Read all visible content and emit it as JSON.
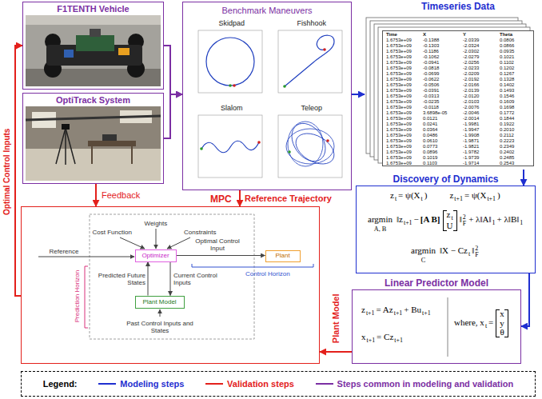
{
  "diagram": {
    "nodes": [
      {
        "text": [
          "F1TENTH Vehicle"
        ]
      },
      {
        "text": [
          "OptiTrack System"
        ]
      },
      {
        "text": [
          "Benchmark Maneuvers"
        ]
      },
      {
        "text": [
          "Timeseries Data"
        ]
      },
      {
        "text": [
          "Discovery of Dynamics"
        ]
      },
      {
        "text": [
          "MPC"
        ]
      },
      {
        "text": [
          "Optimizer"
        ],
        "in": 5
      },
      {
        "text": [
          "Plant"
        ],
        "in": 5
      },
      {
        "text": [
          "Plant Model"
        ],
        "in": 5
      },
      {
        "text": [
          "Linear Predictor Model"
        ]
      }
    ],
    "edges": [
      {
        "from": 0,
        "to": 2,
        "arrow": "to"
      },
      {
        "from": 1,
        "to": 2,
        "arrow": "to"
      },
      {
        "from": 2,
        "to": 3,
        "arrow": "to"
      },
      {
        "from": 3,
        "to": 4,
        "arrow": "to"
      },
      {
        "from": 4,
        "to": 9,
        "arrow": "to"
      },
      {
        "from": 9,
        "to": 5,
        "arrow": "to",
        "label": "Plant Model"
      },
      {
        "from": 1,
        "to": 5,
        "arrow": "to",
        "label": "Feedback"
      },
      {
        "from": 2,
        "to": 5,
        "arrow": "to",
        "label": "Reference Trajectory"
      },
      {
        "from": 5,
        "to": 0,
        "arrow": "to",
        "label": "Optimal Control Inputs"
      },
      {
        "from": 6,
        "to": 7,
        "arrow": "to",
        "label": "Optimal Control Input"
      },
      {
        "from": 8,
        "to": 6,
        "arrow": "to",
        "label": "Predicted Future States"
      },
      {
        "from": 6,
        "to": 8,
        "arrow": "to",
        "label": "Current Control Inputs"
      }
    ],
    "labels": [
      "Skidpad",
      "Fishhook",
      "Slalom",
      "Teleop",
      "Time",
      "X",
      "Y",
      "Theta",
      "1.6753e+09",
      "-0.1388",
      "-2.0339",
      "0.0806",
      "1.6753e+09",
      "-0.1303",
      "-2.0324",
      "0.0866",
      "1.6753e+09",
      "-0.1186",
      "-2.0302",
      "0.0935",
      "1.6753e+09",
      "-0.1062",
      "-2.0279",
      "0.1021",
      "1.6753e+09",
      "-0.0941",
      "-2.0256",
      "0.1102",
      "1.6753e+09",
      "-0.0818",
      "-2.0233",
      "0.1202",
      "1.6753e+09",
      "-0.0699",
      "-2.0209",
      "0.1267",
      "1.6753e+09",
      "-0.0622",
      "-2.0192",
      "0.1328",
      "1.6753e+09",
      "-0.0506",
      "-2.0166",
      "0.1402",
      "1.6753e+09",
      "-0.0391",
      "-2.0139",
      "0.1493",
      "1.6753e+09",
      "-0.0313",
      "-2.0120",
      "0.1546",
      "1.6753e+09",
      "-0.0235",
      "-2.0103",
      "0.1609",
      "1.6753e+09",
      "-0.0118",
      "-2.0076",
      "0.1698",
      "1.6753e+09",
      "3.6898e-05",
      "-2.0046",
      "0.1772",
      "1.6753e+09",
      "0.0121",
      "-2.0014",
      "0.1844",
      "1.6753e+09",
      "0.0241",
      "-1.9981",
      "0.1922",
      "1.6753e+09",
      "0.0364",
      "-1.9947",
      "0.2010",
      "1.6753e+09",
      "0.0486",
      "-1.9908",
      "0.2112",
      "1.6753e+09",
      "0.0610",
      "-1.9871",
      "0.2223",
      "1.6753e+09",
      "0.0773",
      "-1.9821",
      "0.2349",
      "1.6753e+09",
      "0.0896",
      "-1.9782",
      "0.2402",
      "1.6753e+09",
      "0.1019",
      "-1.9739",
      "0.2485",
      "1.6753e+09",
      "0.1103",
      "-1.9714",
      "0.2543",
      "z",
      "t",
      "= ψ(X",
      "t",
      ")",
      "z",
      "t+1",
      "= ψ(X",
      "t+1",
      ")",
      "argmin",
      "A, B",
      "‖z",
      "t+1",
      "−",
      "[A B]",
      "z",
      "t",
      "U",
      "‖",
      "2",
      "F",
      "+ λ‖A‖",
      "1",
      "+ λ‖B‖",
      "1",
      "argmin",
      "C",
      "‖X − Cz",
      "t",
      "‖",
      "2",
      "F",
      "Cost Function",
      "Weights",
      "Constraints",
      "Reference",
      "Past Control Inputs and States",
      "Prediction Horizon",
      "Control Horizon",
      "z",
      "t+1",
      "= Az",
      "t+1",
      "+ Bu",
      "t+1",
      "x",
      "t+1",
      "= Cz",
      "t+1",
      "where, x",
      "t",
      "=",
      "x",
      "y",
      "θ",
      "Legend:"
    ],
    "legend": [
      {
        "text": "Modeling steps"
      },
      {
        "text": "Validation steps"
      },
      {
        "text": "Steps common in modeling and validation"
      }
    ]
  }
}
